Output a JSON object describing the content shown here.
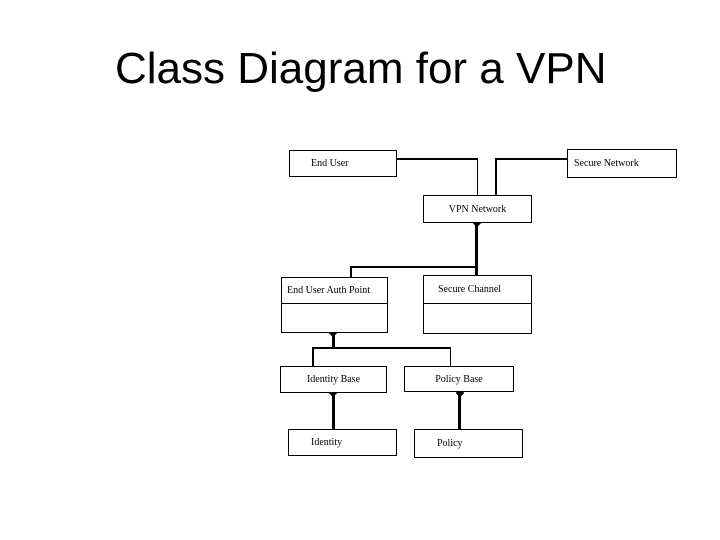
{
  "slide": {
    "title": "Class Diagram for a VPN"
  },
  "diagram": {
    "type": "uml-class-diagram",
    "boxes": {
      "end_user": {
        "label": "End User"
      },
      "secure_network": {
        "label": "Secure Network"
      },
      "vpn_network": {
        "label": "VPN Network"
      },
      "end_user_auth_point": {
        "label": "End User Auth Point"
      },
      "secure_channel": {
        "label": "Secure Channel"
      },
      "identity_base": {
        "label": "Identity Base"
      },
      "policy_base": {
        "label": "Policy Base"
      },
      "identity": {
        "label": "Identity"
      },
      "policy": {
        "label": "Policy"
      }
    },
    "edges": [
      {
        "from": "end_user",
        "to": "vpn_network",
        "style": "elbow-line"
      },
      {
        "from": "secure_network",
        "to": "vpn_network",
        "style": "elbow-line"
      },
      {
        "from": "vpn_network",
        "to": "end_user_auth_point",
        "style": "elbow-line",
        "marker_at_parent": "filled-diamond"
      },
      {
        "from": "vpn_network",
        "to": "secure_channel",
        "style": "straight",
        "marker_at_parent": "filled-diamond"
      },
      {
        "from": "end_user_auth_point",
        "to": "identity_base",
        "style": "elbow-line",
        "marker_at_parent": "filled-diamond"
      },
      {
        "from": "end_user_auth_point",
        "to": "policy_base",
        "style": "elbow-line",
        "marker_at_parent": "filled-diamond"
      },
      {
        "from": "identity_base",
        "to": "identity",
        "style": "straight",
        "marker_at_parent": "filled-diamond"
      },
      {
        "from": "policy_base",
        "to": "policy",
        "style": "straight",
        "marker_at_parent": "filled-diamond"
      }
    ],
    "colors": {
      "background": "#ffffff",
      "line": "#000000",
      "box_fill": "#ffffff",
      "text": "#000000"
    }
  }
}
